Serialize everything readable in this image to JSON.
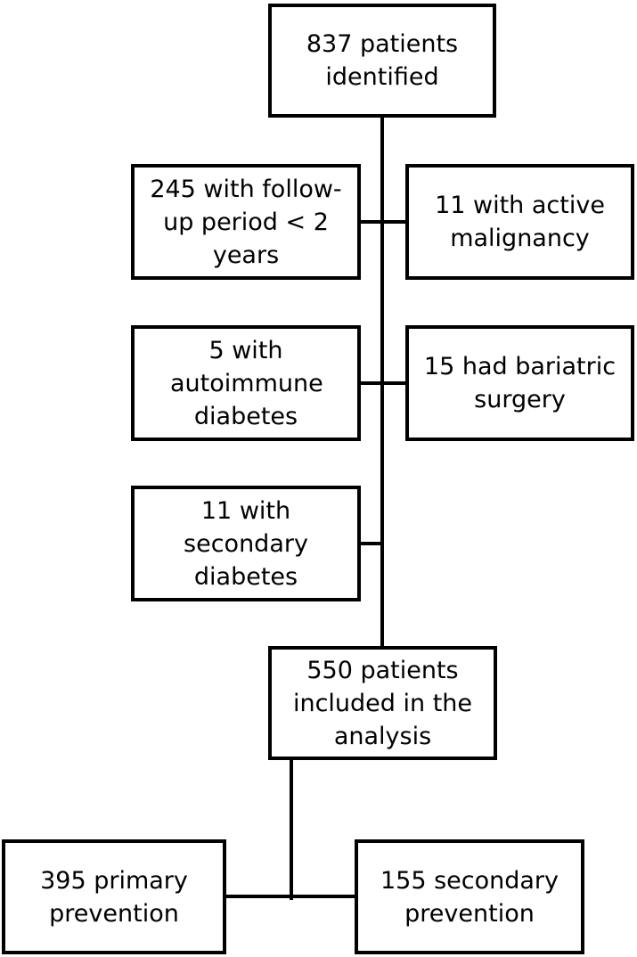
{
  "flowchart": {
    "top": "837 patients identified",
    "exclusions": {
      "follow_up": "245 with follow-up period < 2 years",
      "malignancy": "11 with active malignancy",
      "autoimmune": "5 with autoimmune diabetes",
      "bariatric": "15 had bariatric surgery",
      "secondary_diabetes": "11 with secondary diabetes"
    },
    "included": "550 patients included in the analysis",
    "groups": {
      "primary": "395 primary prevention",
      "secondary": "155 secondary prevention"
    }
  }
}
